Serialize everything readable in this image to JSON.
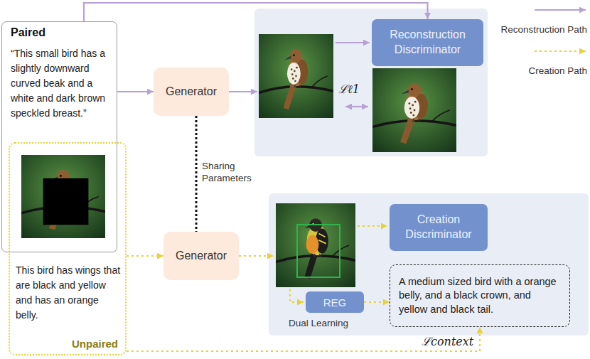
{
  "diagram": {
    "nodes": [
      {
        "text": [
          "Paired",
          "“This small bird has a slightly downward curved beak and a white and dark brown speckled breast.”"
        ]
      },
      {
        "text": [
          "This bird has wings that are black and yellow and has an orange belly.",
          "Unpaired"
        ]
      },
      {
        "text": [
          "Generator"
        ]
      },
      {
        "text": [
          "Generator"
        ]
      },
      {
        "text": [
          "Reconstruction Discriminator"
        ]
      },
      {
        "text": [
          "Creation Discriminator"
        ]
      },
      {
        "text": [
          "REG"
        ]
      },
      {
        "text": [
          "A medium sized bird with a orange belly, and a black crown, and yellow and black tail."
        ]
      }
    ],
    "edges": [
      {
        "from": 0,
        "to": 2,
        "arrow": "to"
      },
      {
        "from": 0,
        "to": 4,
        "arrow": "to"
      },
      {
        "from": 2,
        "to": 3,
        "arrow": "none",
        "label": "Sharing Parameters"
      },
      {
        "from": 1,
        "to": 3,
        "arrow": "to"
      },
      {
        "from": 6,
        "to": 7,
        "arrow": "to"
      },
      {
        "from": 1,
        "to": 7,
        "arrow": "to",
        "label": "ℒcontext"
      }
    ],
    "labels": [
      "ℒℓ1",
      "Dual Learning"
    ],
    "legend": [
      {
        "text": "Reconstruction Path"
      },
      {
        "text": "Creation Path"
      }
    ]
  }
}
